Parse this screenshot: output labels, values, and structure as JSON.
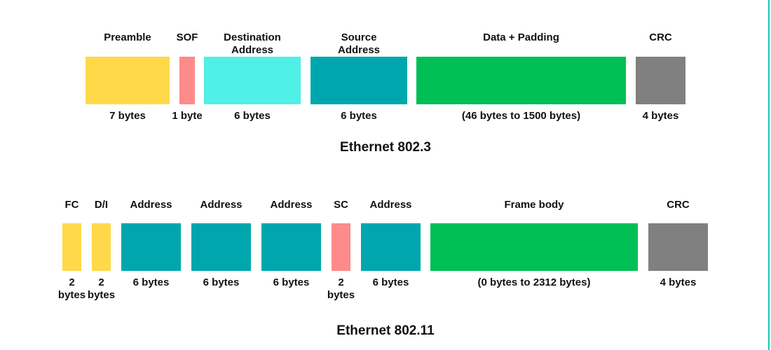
{
  "colors": {
    "yellow": "#FFD94A",
    "pink": "#FF8A8A",
    "cyan": "#4FF0E6",
    "teal": "#00A6AE",
    "green": "#00BF55",
    "gray": "#808080",
    "right_border": "#15C7B0"
  },
  "ethernet_8023": {
    "title": "Ethernet 802.3",
    "fields": [
      {
        "name": "Preamble",
        "size": "7 bytes",
        "color": "#FFD94A"
      },
      {
        "name": "SOF",
        "size": "1 byte",
        "color": "#FF8A8A"
      },
      {
        "name": "Destination\nAddress",
        "size": "6 bytes",
        "color": "#4FF0E6"
      },
      {
        "name": "Source\nAddress",
        "size": "6 bytes",
        "color": "#00A6AE"
      },
      {
        "name": "Data + Padding",
        "size": "(46 bytes to 1500 bytes)",
        "color": "#00BF55"
      },
      {
        "name": "CRC",
        "size": "4 bytes",
        "color": "#808080"
      }
    ]
  },
  "ethernet_80211": {
    "title": "Ethernet 802.11",
    "fields": [
      {
        "name": "FC",
        "size": "2\nbytes",
        "color": "#FFD94A"
      },
      {
        "name": "D/I",
        "size": "2\nbytes",
        "color": "#FFD94A"
      },
      {
        "name": "Address",
        "size": "6 bytes",
        "color": "#00A6AE"
      },
      {
        "name": "Address",
        "size": "6 bytes",
        "color": "#00A6AE"
      },
      {
        "name": "Address",
        "size": "6 bytes",
        "color": "#00A6AE"
      },
      {
        "name": "SC",
        "size": "2\nbytes",
        "color": "#FF8A8A"
      },
      {
        "name": "Address",
        "size": "6 bytes",
        "color": "#00A6AE"
      },
      {
        "name": "Frame body",
        "size": "(0 bytes to 2312 bytes)",
        "color": "#00BF55"
      },
      {
        "name": "CRC",
        "size": "4 bytes",
        "color": "#808080"
      }
    ]
  }
}
